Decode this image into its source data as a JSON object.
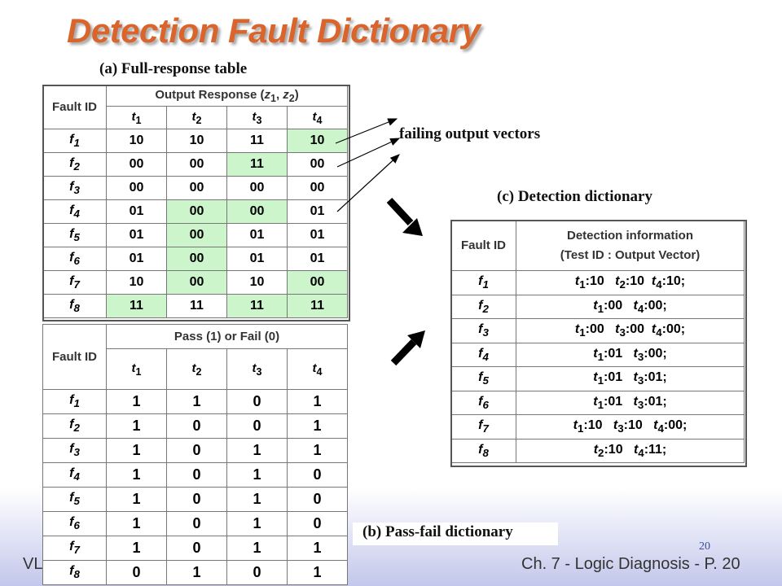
{
  "title": "Detection Fault Dictionary",
  "captions": {
    "a": "(a) Full-response table",
    "b": "(b) Pass-fail dictionary",
    "c": "(c) Detection dictionary",
    "failing": "failing output vectors"
  },
  "full_response": {
    "fault_id_header": "Fault ID",
    "output_header": "Output Response (z1, z2)",
    "tests": [
      "t1",
      "t2",
      "t3",
      "t4"
    ],
    "rows": [
      {
        "fault": "f1",
        "values": [
          "10",
          "10",
          "11",
          "10"
        ]
      },
      {
        "fault": "f2",
        "values": [
          "00",
          "00",
          "11",
          "00"
        ]
      },
      {
        "fault": "f3",
        "values": [
          "00",
          "00",
          "00",
          "00"
        ]
      },
      {
        "fault": "f4",
        "values": [
          "01",
          "00",
          "00",
          "01"
        ]
      },
      {
        "fault": "f5",
        "values": [
          "01",
          "00",
          "01",
          "01"
        ]
      },
      {
        "fault": "f6",
        "values": [
          "01",
          "00",
          "01",
          "01"
        ]
      },
      {
        "fault": "f7",
        "values": [
          "10",
          "00",
          "10",
          "00"
        ]
      },
      {
        "fault": "f8",
        "values": [
          "11",
          "11",
          "11",
          "11"
        ]
      }
    ]
  },
  "pass_fail": {
    "fault_id_header": "Fault ID",
    "header": "Pass (1) or Fail (0)",
    "tests": [
      "t1",
      "t2",
      "t3",
      "t4"
    ],
    "rows": [
      {
        "fault": "f1",
        "values": [
          "1",
          "1",
          "0",
          "1"
        ]
      },
      {
        "fault": "f2",
        "values": [
          "1",
          "0",
          "0",
          "1"
        ]
      },
      {
        "fault": "f3",
        "values": [
          "1",
          "0",
          "1",
          "1"
        ]
      },
      {
        "fault": "f4",
        "values": [
          "1",
          "0",
          "1",
          "0"
        ]
      },
      {
        "fault": "f5",
        "values": [
          "1",
          "0",
          "1",
          "0"
        ]
      },
      {
        "fault": "f6",
        "values": [
          "1",
          "0",
          "1",
          "0"
        ]
      },
      {
        "fault": "f7",
        "values": [
          "1",
          "0",
          "1",
          "1"
        ]
      },
      {
        "fault": "f8",
        "values": [
          "0",
          "1",
          "0",
          "1"
        ]
      }
    ]
  },
  "detection": {
    "fault_id_header": "Fault ID",
    "header_line1": "Detection information",
    "header_line2": "(Test ID : Output Vector)",
    "rows": [
      {
        "fault": "f1",
        "info": "t1:10   t2:10  t4:10;"
      },
      {
        "fault": "f2",
        "info": "t1:00   t4:00;"
      },
      {
        "fault": "f3",
        "info": "t1:00   t3:00  t4:00;"
      },
      {
        "fault": "f4",
        "info": "t1:01   t3:00;"
      },
      {
        "fault": "f5",
        "info": "t1:01   t3:01;"
      },
      {
        "fault": "f6",
        "info": "t1:01   t3:01;"
      },
      {
        "fault": "f7",
        "info": "t1:10   t3:10   t4:00;"
      },
      {
        "fault": "f8",
        "info": "t2:10   t4:11;"
      }
    ]
  },
  "footer": {
    "left": "VL",
    "right": "Ch. 7 - Logic Diagnosis  - P. 20",
    "page": "20"
  }
}
